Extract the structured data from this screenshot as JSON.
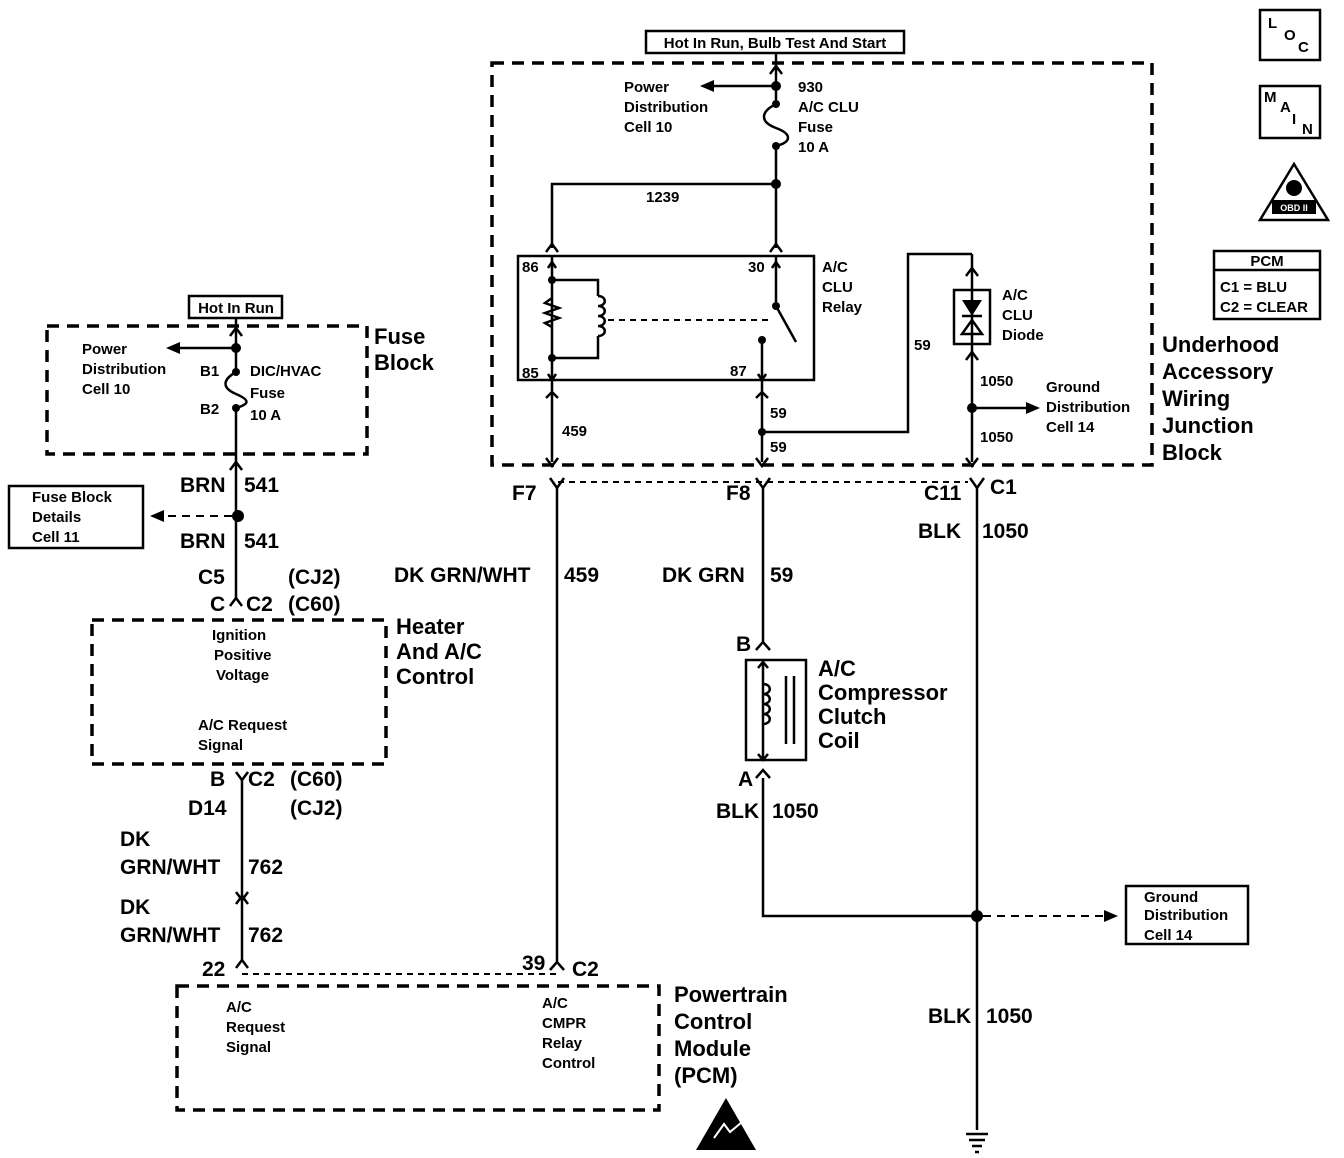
{
  "sources": {
    "top": "Hot In Run, Bulb Test And Start",
    "left": "Hot In Run"
  },
  "icons": {
    "loc": [
      "L",
      "O",
      "C"
    ],
    "main": [
      "M",
      "A",
      "I",
      "N"
    ],
    "obdii": "OBD II",
    "pcm_legend": {
      "title": "PCM",
      "c1": "C1 = BLU",
      "c2": "C2 = CLEAR"
    }
  },
  "junction_block": {
    "title": [
      "Underhood",
      "Accessory",
      "Wiring",
      "Junction",
      "Block"
    ],
    "power_dist": [
      "Power",
      "Distribution",
      "Cell 10"
    ],
    "fuse": {
      "circuit": "930",
      "lines": [
        "A/C CLU",
        "Fuse",
        "10 A"
      ]
    },
    "circuit_1239": "1239",
    "relay": {
      "lines": [
        "A/C",
        "CLU",
        "Relay"
      ],
      "pin86": "86",
      "pin30": "30",
      "pin85": "85",
      "pin87": "87"
    },
    "diode": {
      "lines": [
        "A/C",
        "CLU",
        "Diode"
      ]
    },
    "circuit_59a": "59",
    "circuit_1050a": "1050",
    "ground_dist": [
      "Ground",
      "Distribution",
      "Cell 14"
    ],
    "circuit_1050b": "1050",
    "circuit_459": "459",
    "circuit_59b": "59",
    "circuit_59c": "59"
  },
  "fuse_block": {
    "title": [
      "Fuse",
      "Block"
    ],
    "power_dist": [
      "Power",
      "Distribution",
      "Cell 10"
    ],
    "pin_b1": "B1",
    "pin_b2": "B2",
    "fuse": [
      "DIC/HVAC",
      "Fuse",
      "10 A"
    ]
  },
  "fuse_details": [
    "Fuse Block",
    "Details",
    "Cell 11"
  ],
  "wires": {
    "brn541_top_color": "BRN",
    "brn541_top_num": "541",
    "brn541_bot_color": "BRN",
    "brn541_bot_num": "541",
    "c5": "C5",
    "cj2_top": "(CJ2)",
    "c_pin": "C",
    "c2_top": "C2",
    "c60_top": "(C60)",
    "b_pin": "B",
    "c2_bot": "C2",
    "c60_bot": "(C60)",
    "d14": "D14",
    "cj2_bot": "(CJ2)",
    "w762a_color": [
      "DK",
      "GRN/WHT"
    ],
    "w762a_num": "762",
    "w762b_color": [
      "DK",
      "GRN/WHT"
    ],
    "w762b_num": "762",
    "pin22": "22",
    "pin39": "39",
    "pcm_c2": "C2",
    "f7": "F7",
    "f8": "F8",
    "c11": "C11",
    "c1": "C1",
    "blk1050_top_color": "BLK",
    "blk1050_top_num": "1050",
    "w459_color": "DK GRN/WHT",
    "w459_num": "459",
    "w59_color": "DK GRN",
    "w59_num": "59",
    "clutch_pin_b": "B",
    "clutch_pin_a": "A",
    "blk1050_mid_color": "BLK",
    "blk1050_mid_num": "1050",
    "blk1050_bot_color": "BLK",
    "blk1050_bot_num": "1050"
  },
  "hvac_control": {
    "title": [
      "Heater",
      "And A/C",
      "Control"
    ],
    "ign": [
      "Ignition",
      "Positive",
      "Voltage"
    ],
    "req": [
      "A/C Request",
      "Signal"
    ]
  },
  "clutch": {
    "title": [
      "A/C",
      "Compressor",
      "Clutch",
      "Coil"
    ]
  },
  "ground_dist_box": [
    "Ground",
    "Distribution",
    "Cell 14"
  ],
  "pcm": {
    "title": [
      "Powertrain",
      "Control",
      "Module",
      "(PCM)"
    ],
    "req": [
      "A/C",
      "Request",
      "Signal"
    ],
    "cmpr": [
      "A/C",
      "CMPR",
      "Relay",
      "Control"
    ]
  }
}
